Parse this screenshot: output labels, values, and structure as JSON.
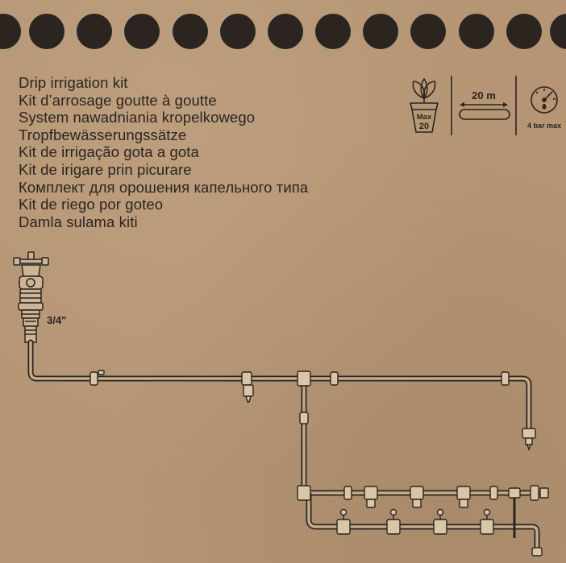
{
  "box": {
    "titles": [
      "Drip irrigation kit",
      "Kit d’arrosage goutte à goutte",
      "System nawadniania kropelkowego",
      "Tropfbewässerungssätze",
      "Kit de irrigação gota a gota",
      "Kit de irigare prin picurare",
      "Комплект для орошения капельного типа",
      "Kit de riego por goteo",
      "Damla sulama kiti"
    ],
    "icons": {
      "plant_badge_top": "Max",
      "plant_badge_bottom": "20",
      "hose_length": "20 m",
      "pressure": "4 bar max"
    },
    "diagram": {
      "tap_size": "3/4\""
    }
  }
}
